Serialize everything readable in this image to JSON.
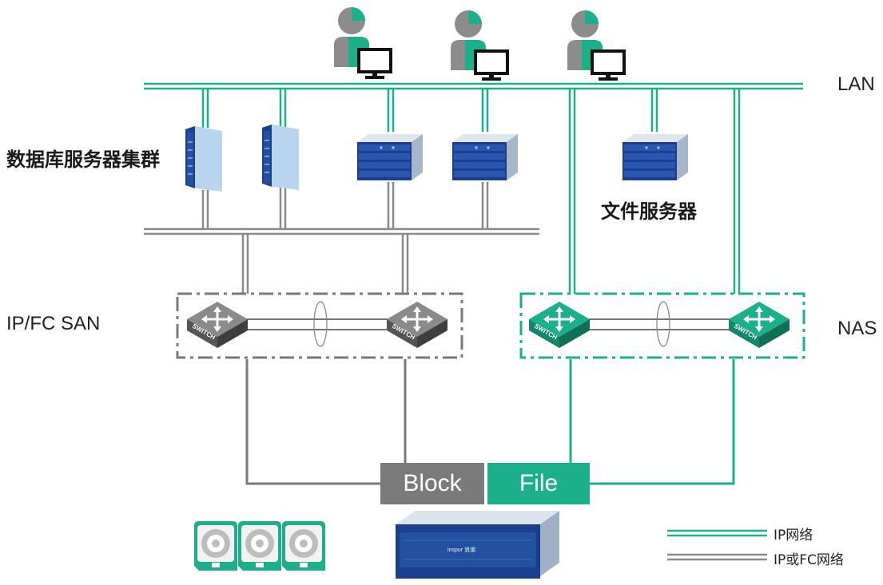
{
  "labels": {
    "lan": "LAN",
    "db_cluster": "数据库服务器集群",
    "file_server": "文件服务器",
    "ip_fc_san": "IP/FC SAN",
    "nas": "NAS",
    "block": "Block",
    "file": "File",
    "switch_text": "SWITCH",
    "storage_brand": "inspur 浪潮"
  },
  "legend": [
    {
      "label": "IP网络",
      "color": "#1bb08a"
    },
    {
      "label": "IP或FC网络",
      "color": "#8a8a8a"
    }
  ],
  "colors": {
    "green": "#1bb08a",
    "gray": "#8a8a8a",
    "dark_gray": "#7a7a7a",
    "navy": "#1b3f8e",
    "light_blue": "#b8d4ee"
  },
  "icons": [
    "user-icon",
    "monitor-icon",
    "tower-server-icon",
    "rack-server-icon",
    "network-switch-icon",
    "hard-disk-icon",
    "storage-array-icon"
  ]
}
